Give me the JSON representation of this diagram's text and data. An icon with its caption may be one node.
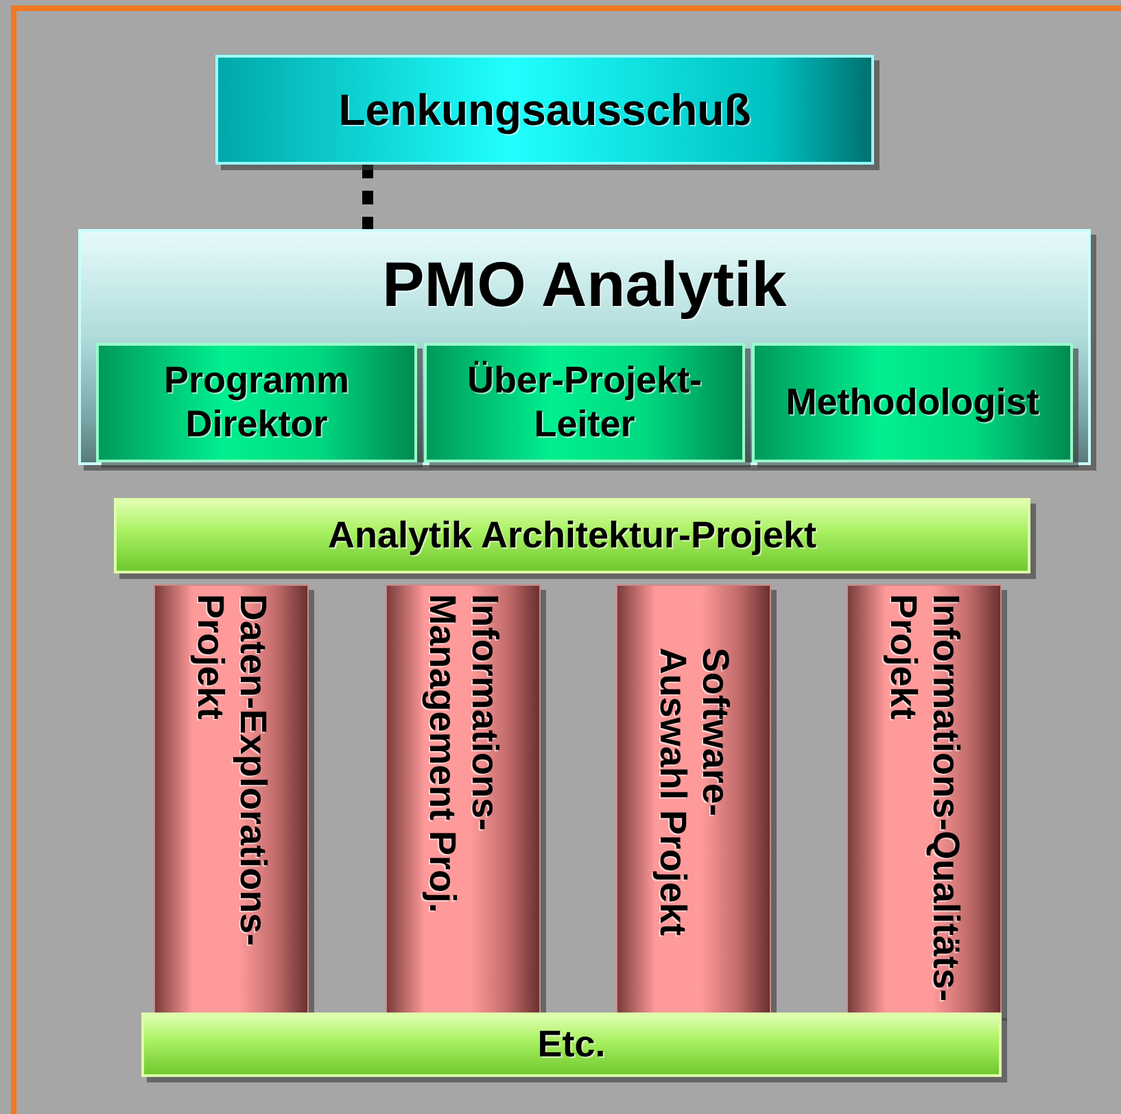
{
  "diagram": {
    "nodes": [
      {
        "text": [
          "Lenkungsausschuß"
        ]
      },
      {
        "text": [
          "PMO Analytik"
        ]
      },
      {
        "text": [
          "Programm Direktor"
        ],
        "in": 1
      },
      {
        "text": [
          "Über-Projekt-Leiter"
        ],
        "in": 1
      },
      {
        "text": [
          "Methodologist"
        ],
        "in": 1
      },
      {
        "text": [
          "Analytik Architektur-Projekt"
        ]
      },
      {
        "text": [
          "Daten-Explorations-Projekt"
        ]
      },
      {
        "text": [
          "Informations-Management Proj."
        ]
      },
      {
        "text": [
          "Software-Auswahl Projekt"
        ]
      },
      {
        "text": [
          "Informations-Qualitäts-Projekt"
        ]
      },
      {
        "text": [
          "Etc."
        ]
      }
    ],
    "edges": [
      {
        "from": 0,
        "to": 1,
        "arrow": "none",
        "style": "dashed"
      }
    ]
  }
}
